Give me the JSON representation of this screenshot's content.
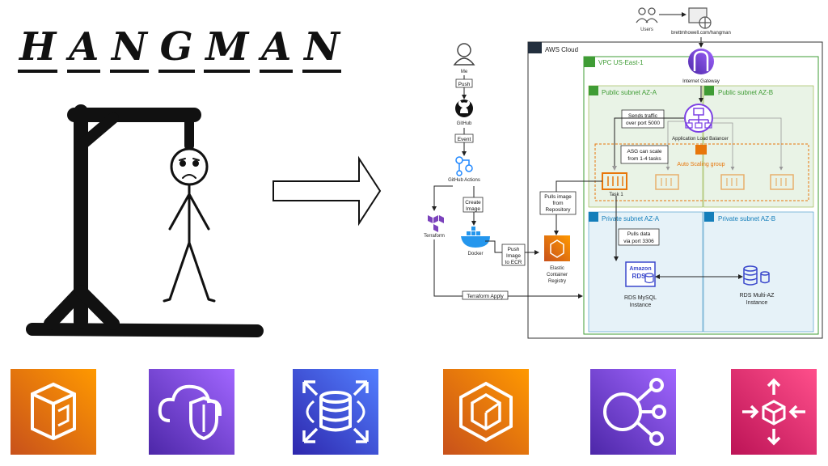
{
  "title": {
    "letters": [
      "H",
      "A",
      "N",
      "G",
      "M",
      "A",
      "N"
    ]
  },
  "diagram": {
    "users": "Users",
    "domain": "brettmhowell.com/hangman",
    "me": "Me",
    "push": "Push",
    "github": "GitHub",
    "event": "Event",
    "github_actions": "GitHub Actions",
    "create_image": [
      "Create",
      "Image"
    ],
    "terraform": "Terraform",
    "docker": "Docker",
    "push_to_ecr": [
      "Push",
      "Image",
      "to ECR"
    ],
    "ecr": [
      "Elastic",
      "Container",
      "Registry"
    ],
    "terraform_apply": "Terraform Apply",
    "aws_cloud": "AWS Cloud",
    "vpc": "VPC US-East-1",
    "internet_gateway": "Internet Gateway",
    "public_subnet_a": "Public subnet AZ-A",
    "public_subnet_b": "Public subnet AZ-B",
    "sends_traffic": [
      "Sends traffic",
      "over port 5000"
    ],
    "alb": "Application Load Balancer",
    "asg_scale": [
      "ASG can scale",
      "from 1-4 tasks"
    ],
    "auto_scaling_group": "Auto Scaling group",
    "task1": "Task 1",
    "pulls_image": [
      "Pulls image",
      "from",
      "Repository"
    ],
    "private_subnet_a": "Private subnet AZ-A",
    "private_subnet_b": "Private subnet AZ-B",
    "pulls_data": [
      "Pulls data",
      "via port 3306"
    ],
    "rds_logo": [
      "Amazon",
      "RDS"
    ],
    "rds_mysql": [
      "RDS MySQL",
      "Instance"
    ],
    "rds_multi_az": [
      "RDS Multi-AZ",
      "Instance"
    ]
  },
  "colors": {
    "aws_orange": "#e8760a",
    "aws_purple": "#7b3fe4",
    "aws_blue": "#3b48cc",
    "aws_pink": "#e7157b",
    "green": "#3f9c35",
    "private_blue": "#147eba"
  },
  "service_tiles": [
    {
      "icon": "ecr-repository-icon",
      "color": "orange"
    },
    {
      "icon": "cloud-shield-icon",
      "color": "purple"
    },
    {
      "icon": "rds-database-icon",
      "color": "blue"
    },
    {
      "icon": "ecs-hexagon-icon",
      "color": "orange"
    },
    {
      "icon": "load-balancer-icon",
      "color": "purple"
    },
    {
      "icon": "api-gateway-cube-icon",
      "color": "pink"
    }
  ]
}
